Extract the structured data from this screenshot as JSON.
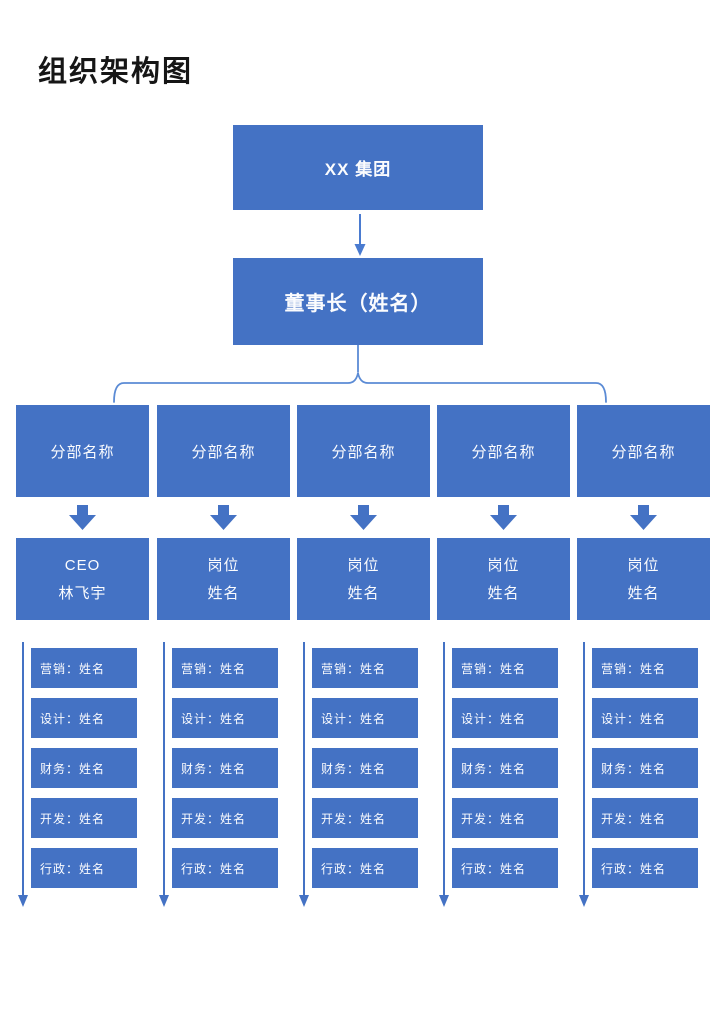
{
  "page": {
    "title": "组织架构图"
  },
  "colors": {
    "box_fill": "#4472c4",
    "box_text": "#fbfcfe",
    "connector_line": "#5b8bd5",
    "flow_line": "#4472c4",
    "title_text": "#161616"
  },
  "root": {
    "label": "XX 集团"
  },
  "chairman": {
    "label": "董事长（姓名）"
  },
  "icons": {
    "down_arrow": "thin-down-arrow",
    "block_arrow": "solid-block-down-arrow",
    "brace": "curly-brace-fanout-connector"
  },
  "divisions": [
    {
      "name": "分部名称",
      "role": "CEO",
      "person": "林飞宇",
      "staff": [
        "营销：姓名",
        "设计：姓名",
        "财务：姓名",
        "开发：姓名",
        "行政：姓名"
      ]
    },
    {
      "name": "分部名称",
      "role": "岗位",
      "person": "姓名",
      "staff": [
        "营销：姓名",
        "设计：姓名",
        "财务：姓名",
        "开发：姓名",
        "行政：姓名"
      ]
    },
    {
      "name": "分部名称",
      "role": "岗位",
      "person": "姓名",
      "staff": [
        "营销：姓名",
        "设计：姓名",
        "财务：姓名",
        "开发：姓名",
        "行政：姓名"
      ]
    },
    {
      "name": "分部名称",
      "role": "岗位",
      "person": "姓名",
      "staff": [
        "营销：姓名",
        "设计：姓名",
        "财务：姓名",
        "开发：姓名",
        "行政：姓名"
      ]
    },
    {
      "name": "分部名称",
      "role": "岗位",
      "person": "姓名",
      "staff": [
        "营销：姓名",
        "设计：姓名",
        "财务：姓名",
        "开发：姓名",
        "行政：姓名"
      ]
    }
  ]
}
